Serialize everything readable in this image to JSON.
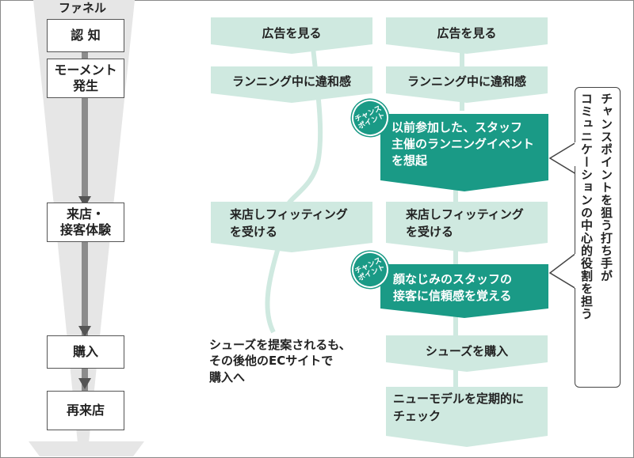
{
  "funnel": {
    "title": "ファネル",
    "stages": [
      "認 知",
      "モーメント\n発生",
      "来店・\n接客体験",
      "購入",
      "再来店"
    ]
  },
  "left_path": {
    "steps": [
      "広告を見る",
      "ランニング中に違和感",
      "来店しフィッティング\nを受ける"
    ],
    "outcome": "シューズを提案されるも、\nその後他のECサイトで\n購入へ"
  },
  "right_path": {
    "steps": [
      "広告を見る",
      "ランニング中に違和感",
      "来店しフィッティング\nを受ける",
      "シューズを購入",
      "ニューモデルを定期的に\nチェック"
    ],
    "chance1": "以前参加した、スタッフ\n主催のランニングイベント\nを想起",
    "chance2": "顔なじみのスタッフの\n接客に信頼感を覚える"
  },
  "chance_badge": "チャンス\nポイント",
  "callout": {
    "col1": "チャンスポイントを狙う打ち手が",
    "col2": "コミュニケーションの中心的役割を担う"
  },
  "colors": {
    "flow": "#cfe9e0",
    "chance": "#1a9a86",
    "path": "#cfe9e0"
  }
}
